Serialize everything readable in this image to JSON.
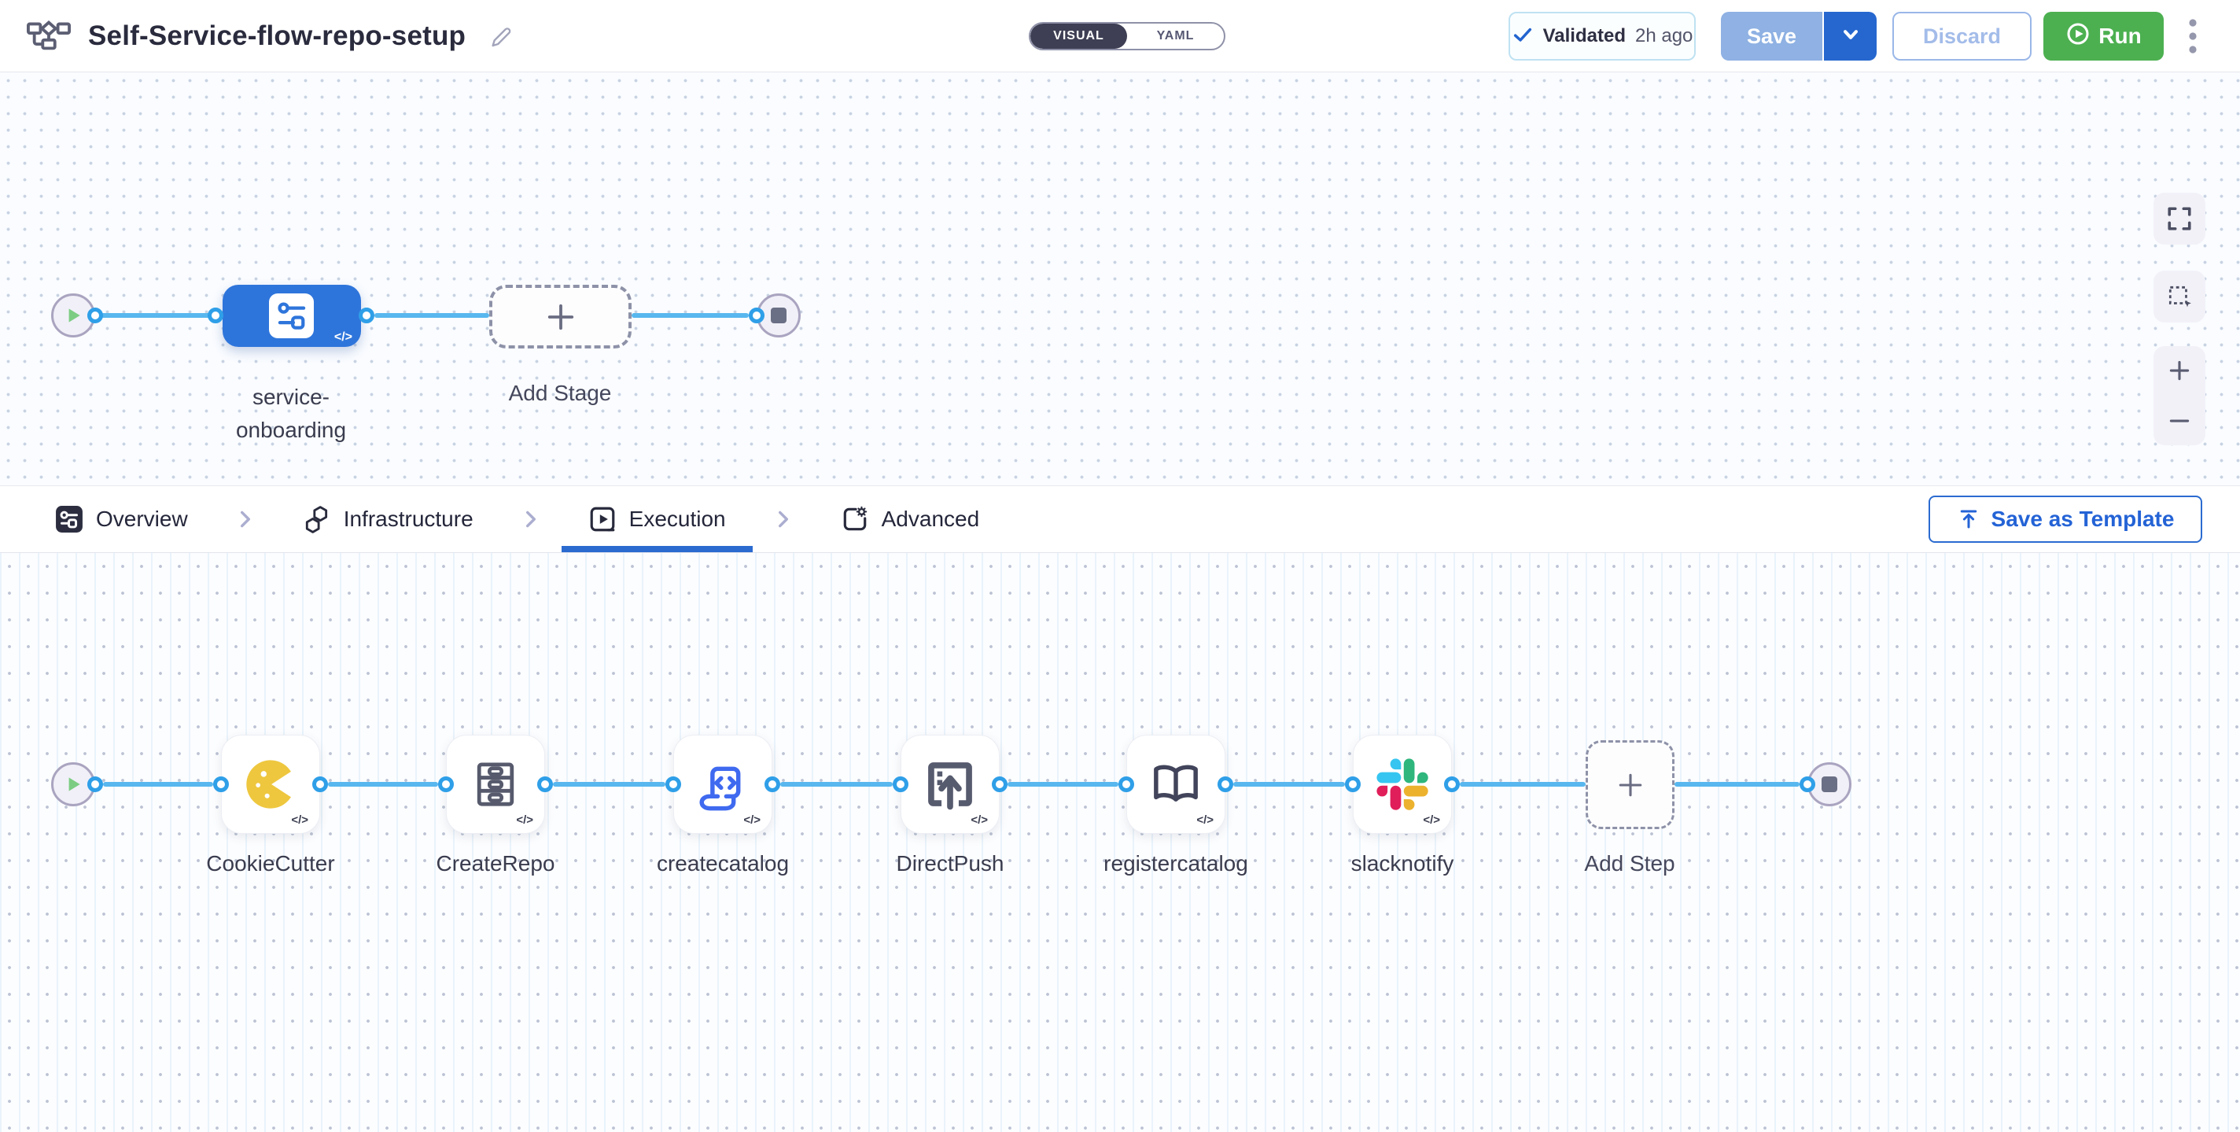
{
  "header": {
    "title": "Self-Service-flow-repo-setup",
    "toggle": {
      "visual": "VISUAL",
      "yaml": "YAML",
      "active": "VISUAL"
    },
    "validated": {
      "label": "Validated",
      "time": "2h ago"
    },
    "buttons": {
      "save": "Save",
      "discard": "Discard",
      "run": "Run"
    }
  },
  "stage_flow": {
    "stage_label_line1": "service-",
    "stage_label_line2": "onboarding",
    "add_stage": "Add Stage",
    "code_badge": "</>"
  },
  "tabs": {
    "items": [
      {
        "label": "Overview"
      },
      {
        "label": "Infrastructure"
      },
      {
        "label": "Execution"
      },
      {
        "label": "Advanced"
      }
    ],
    "active": "Execution",
    "save_as_template": "Save as Template"
  },
  "execution_flow": {
    "steps": [
      {
        "label": "CookieCutter"
      },
      {
        "label": "CreateRepo"
      },
      {
        "label": "createcatalog"
      },
      {
        "label": "DirectPush"
      },
      {
        "label": "registercatalog"
      },
      {
        "label": "slacknotify"
      }
    ],
    "add_step": "Add Step",
    "code_badge": "</>"
  },
  "colors": {
    "accent_blue": "#2b6bd0",
    "connector_blue": "#58b7ee",
    "stage_blue": "#2e75db",
    "run_green": "#4cb050",
    "slack": [
      "#36C5F0",
      "#2EB67D",
      "#ECB22E",
      "#E01E5A"
    ]
  }
}
